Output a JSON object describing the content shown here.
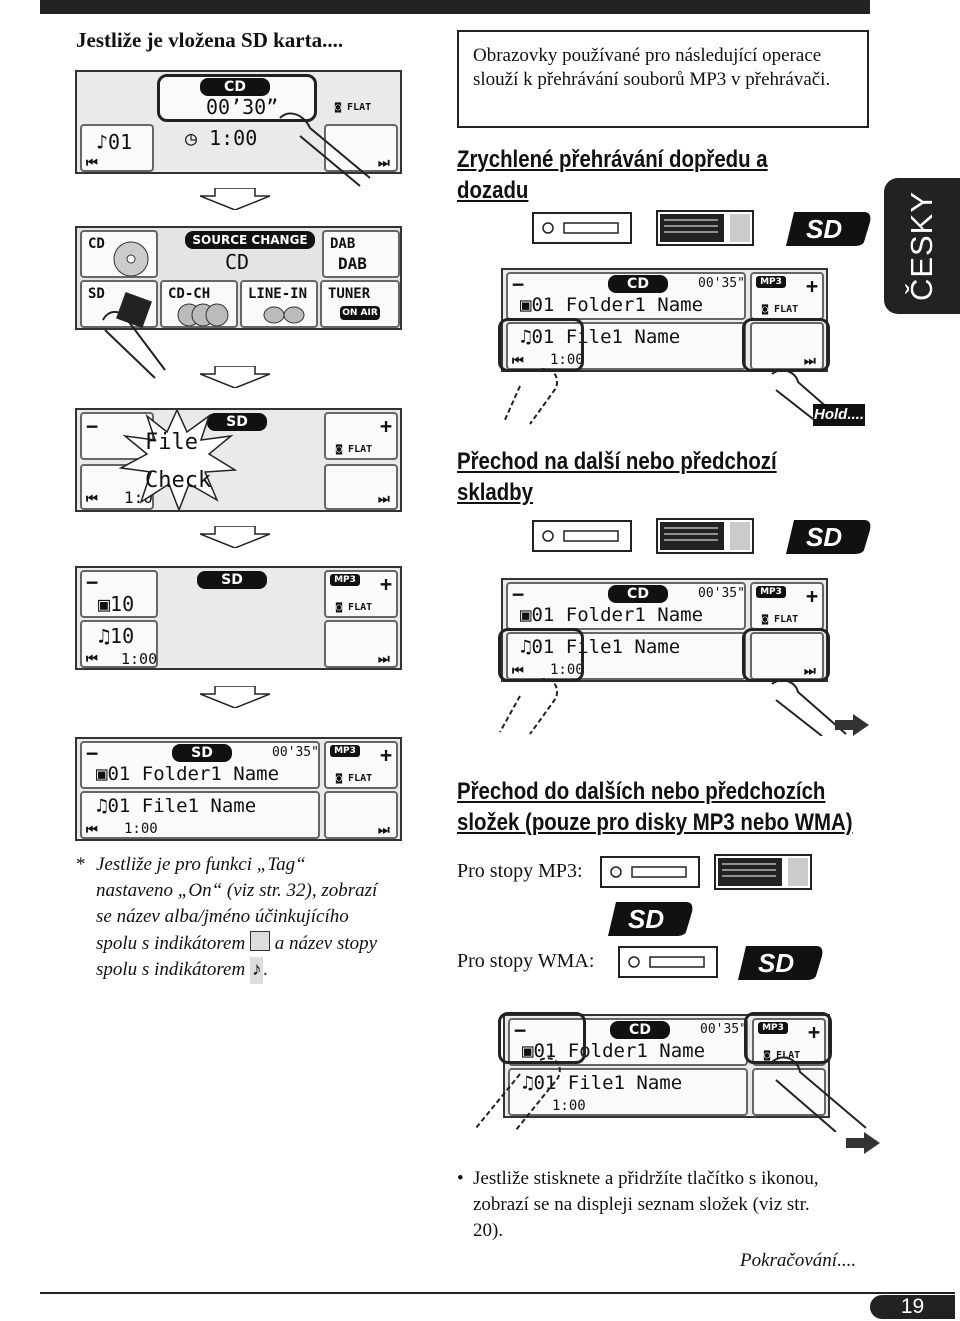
{
  "top_heading": "Jestliže je vložena SD karta....",
  "info_box": "Obrazovky používané pro následující operace slouží k přehrávání souborů MP3 v přehrávači.",
  "side_tab": "ČESKY",
  "sections": {
    "fast_forward": "Zrychlené přehrávání dopředu a dozadu",
    "next_prev_track": "Přechod na další nebo předchozí skladby",
    "next_prev_folder": "Přechod do dalších nebo předchozích složek (pouze pro disky MP3 nebo WMA)"
  },
  "hold_label": "Hold....",
  "screens": {
    "cd": {
      "source": "CD",
      "time": "00’30”",
      "track": "♪01",
      "clock": "1:00",
      "flat": "FLAT"
    },
    "source_change": {
      "title": "SOURCE CHANGE",
      "current": "CD",
      "items": [
        "CD",
        "DAB",
        "SD",
        "CD-CH",
        "LINE-IN",
        "TUNER"
      ],
      "dab_logo": "DAB",
      "tuner_logo": "ON AIR"
    },
    "file_check": {
      "source": "SD",
      "line1": "File",
      "line2": "Check",
      "clock": "1:0",
      "flat": "FLAT"
    },
    "sd10": {
      "source": "SD",
      "mp3": "MP3",
      "folder": "10",
      "file": "10",
      "clock": "1:00",
      "flat": "FLAT"
    },
    "sd_playing": {
      "source": "SD",
      "time": "00'35\"",
      "mp3": "MP3",
      "folder": "01 Folder1 Name",
      "file": "01 File1 Name",
      "clock": "1:00",
      "flat": "FLAT"
    },
    "right_cd": {
      "source": "CD",
      "time": "00'35\"",
      "mp3": "MP3",
      "folder": "01 Folder1 Name",
      "file": "01 File1 Name",
      "clock": "1:00",
      "flat": "FLAT"
    }
  },
  "footnote": {
    "marker": "*",
    "lines": [
      "Jestliže je pro funkci „Tag“",
      "nastaveno „On“ (viz str. 32), zobrazí",
      "se název alba/jméno účinkujícího",
      "spolu s indikátorem",
      "a název stopy",
      "spolu s indikátorem",
      "."
    ]
  },
  "mp3_label": "Pro stopy MP3:",
  "wma_label": "Pro stopy WMA:",
  "bullet_lines": [
    "Jestliže stisknete a přidržíte tlačítko s ikonou,",
    "zobrazí se na displeji seznam složek (viz str.",
    "20)."
  ],
  "continued": "Pokračování....",
  "page_number": "19",
  "sd_logo": "SD"
}
